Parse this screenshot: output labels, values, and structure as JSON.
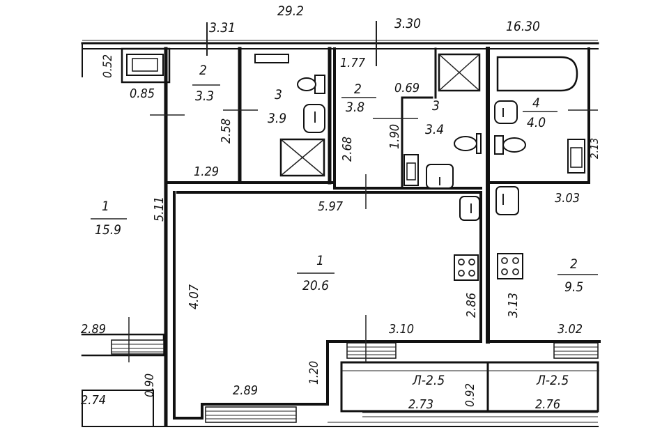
{
  "plan": {
    "top_dimensions": [
      "3.31",
      "29.2",
      "3.30",
      "16.30"
    ],
    "rooms": [
      {
        "id": "left-room-1",
        "number": "1",
        "area": "15.9"
      },
      {
        "id": "bath-a",
        "number": "2",
        "area": "3.3"
      },
      {
        "id": "bath-b",
        "number": "3",
        "area": "3.9"
      },
      {
        "id": "bath-c",
        "number": "2",
        "area": "3.8"
      },
      {
        "id": "bath-d",
        "number": "3",
        "area": "3.4"
      },
      {
        "id": "bath-e",
        "number": "4",
        "area": "4.0"
      },
      {
        "id": "main-room",
        "number": "1",
        "area": "20.6"
      },
      {
        "id": "kitchen",
        "number": "2",
        "area": "9.5"
      }
    ],
    "balconies": [
      {
        "id": "balcony-1",
        "label": "Л-2.5"
      },
      {
        "id": "balcony-2",
        "label": "Л-2.5"
      }
    ],
    "dimensions": [
      "0.52",
      "0.85",
      "2.58",
      "1.29",
      "1.77",
      "0.69",
      "2.68",
      "1.90",
      "5.11",
      "5.97",
      "4.07",
      "2.86",
      "3.13",
      "3.03",
      "2.89",
      "3.10",
      "3.02",
      "0.90",
      "1.20",
      "2.89",
      "2.73",
      "0.92",
      "2.76",
      "2.74",
      "2.13"
    ]
  }
}
